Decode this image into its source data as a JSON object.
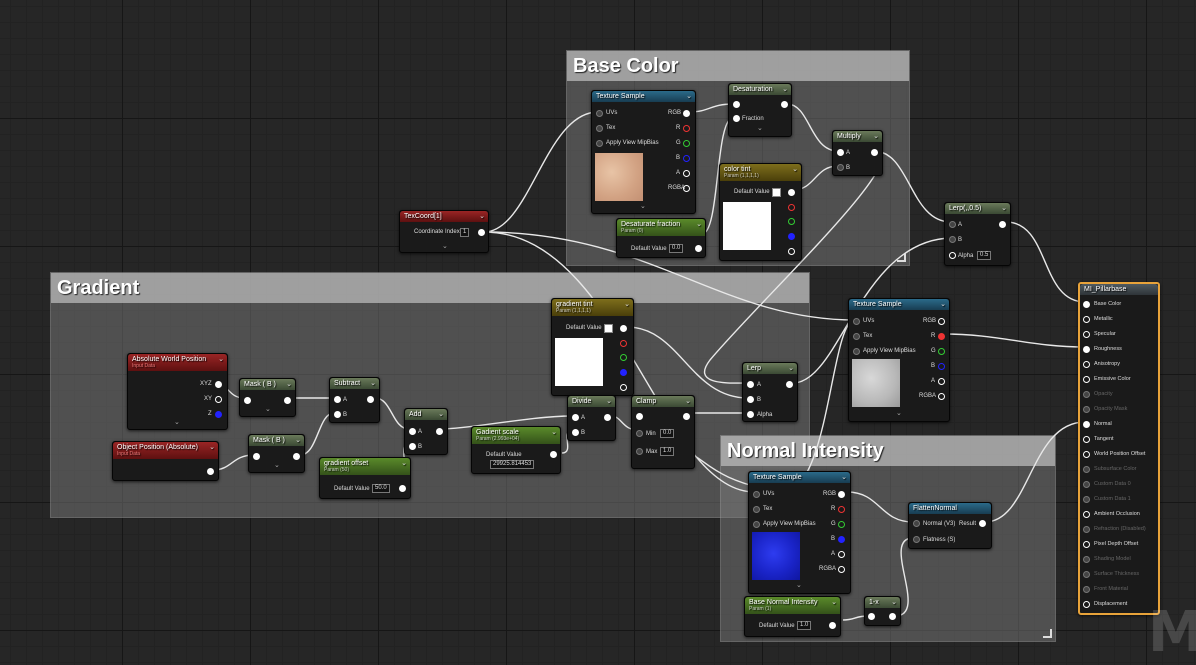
{
  "comments": {
    "base_color": "Base Color",
    "gradient": "Gradient",
    "normal_intensity": "Normal Intensity"
  },
  "nodes": {
    "texcoord": {
      "title": "TexCoord[1]",
      "coord_label": "Coordinate Index",
      "coord_value": "1"
    },
    "tex_sample_base": {
      "title": "Texture Sample",
      "uvs": "UVs",
      "tex": "Tex",
      "mip": "Apply View MipBias",
      "rgb": "RGB",
      "r": "R",
      "g": "G",
      "b": "B",
      "a": "A",
      "rgba": "RGBA"
    },
    "desaturation": {
      "title": "Desaturation",
      "fraction": "Fraction"
    },
    "color_tint": {
      "title": "color tint",
      "subtitle": "Param (1,1,1,1)",
      "default_label": "Default Value"
    },
    "desaturate_fraction": {
      "title": "Desaturate fraction",
      "subtitle": "Param (0)",
      "default_label": "Default Value",
      "value": "0.0"
    },
    "multiply": {
      "title": "Multiply",
      "a": "A",
      "b": "B"
    },
    "lerp_top": {
      "title": "Lerp(,,0.5)",
      "a": "A",
      "b": "B",
      "alpha": "Alpha",
      "alpha_value": "0.5"
    },
    "abs_world_pos": {
      "title": "Absolute World Position",
      "subtitle": "Input Data",
      "xyz": "XYZ",
      "xy": "XY",
      "z": "Z"
    },
    "obj_pos": {
      "title": "Object Position (Absolute)",
      "subtitle": "Input Data"
    },
    "mask1": {
      "title": "Mask ( B )"
    },
    "mask2": {
      "title": "Mask ( B )"
    },
    "subtract": {
      "title": "Subtract",
      "a": "A",
      "b": "B"
    },
    "add": {
      "title": "Add",
      "a": "A",
      "b": "B"
    },
    "gradient_offset": {
      "title": "gradient offset",
      "subtitle": "Param (50)",
      "default_label": "Default Value",
      "value": "50.0"
    },
    "gradient_scale": {
      "title": "Gadient scale",
      "subtitle": "Param (2.993e+04)",
      "default_label": "Default Value",
      "value": "29925.814453"
    },
    "gradient_tint": {
      "title": "gradient tint",
      "subtitle": "Param (1,1,1,1)",
      "default_label": "Default Value"
    },
    "divide": {
      "title": "Divide",
      "a": "A",
      "b": "B"
    },
    "clamp": {
      "title": "Clamp",
      "min": "Min",
      "min_value": "0.0",
      "max": "Max",
      "max_value": "1.0"
    },
    "lerp_mid": {
      "title": "Lerp",
      "a": "A",
      "b": "B",
      "alpha": "Alpha"
    },
    "tex_sample_rough": {
      "title": "Texture Sample",
      "uvs": "UVs",
      "tex": "Tex",
      "mip": "Apply View MipBias",
      "rgb": "RGB",
      "r": "R",
      "g": "G",
      "b": "B",
      "a": "A",
      "rgba": "RGBA"
    },
    "tex_sample_normal": {
      "title": "Texture Sample",
      "uvs": "UVs",
      "tex": "Tex",
      "mip": "Apply View MipBias",
      "rgb": "RGB",
      "r": "R",
      "g": "G",
      "b": "B",
      "a": "A",
      "rgba": "RGBA"
    },
    "flatten_normal": {
      "title": "FlattenNormal",
      "normal": "Normal (V3)",
      "result": "Result",
      "flatness": "Flatness (S)"
    },
    "base_normal_intensity": {
      "title": "Base Normal Intensity",
      "subtitle": "Param (1)",
      "default_label": "Default Value",
      "value": "1.0"
    },
    "one_minus": {
      "title": "1-x"
    }
  },
  "material": {
    "title": "MI_Pillarbase",
    "pins": [
      {
        "label": "Base Color",
        "active": true
      },
      {
        "label": "Metallic",
        "active": true
      },
      {
        "label": "Specular",
        "active": true
      },
      {
        "label": "Roughness",
        "active": true
      },
      {
        "label": "Anisotropy",
        "active": true
      },
      {
        "label": "Emissive Color",
        "active": true
      },
      {
        "label": "Opacity",
        "active": false
      },
      {
        "label": "Opacity Mask",
        "active": false
      },
      {
        "label": "Normal",
        "active": true
      },
      {
        "label": "Tangent",
        "active": true
      },
      {
        "label": "World Position Offset",
        "active": true
      },
      {
        "label": "Subsurface Color",
        "active": false
      },
      {
        "label": "Custom Data 0",
        "active": false
      },
      {
        "label": "Custom Data 1",
        "active": false
      },
      {
        "label": "Ambient Occlusion",
        "active": true
      },
      {
        "label": "Refraction (Disabled)",
        "active": false
      },
      {
        "label": "Pixel Depth Offset",
        "active": true
      },
      {
        "label": "Shading Model",
        "active": false
      },
      {
        "label": "Surface Thickness",
        "active": false
      },
      {
        "label": "Front Material",
        "active": false
      },
      {
        "label": "Displacement",
        "active": true
      }
    ]
  },
  "colors": {
    "accent_output": "#e8a33a",
    "pin_red": "#e33",
    "pin_green": "#3c3",
    "pin_blue": "#22f"
  },
  "watermark": "M"
}
